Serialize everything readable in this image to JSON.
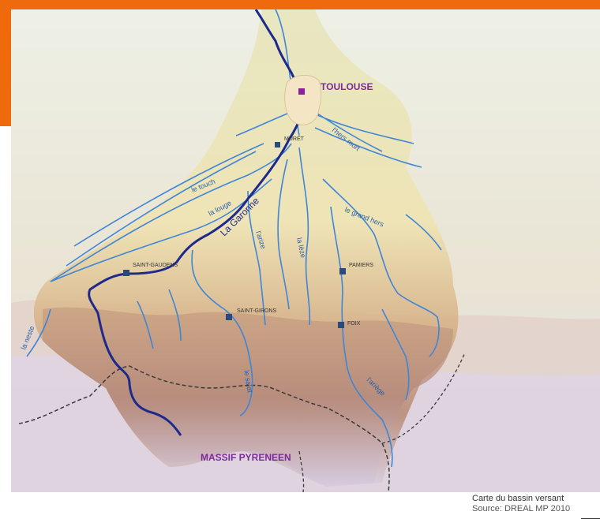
{
  "map": {
    "city": "TOULOUSE",
    "massif": "MASSIF PYRENEEN",
    "rivers": {
      "garonne": "La Garonne",
      "touch": "le touch",
      "louge": "la louge",
      "arize": "l'arize",
      "lèze": "la lèze",
      "grand_hers": "le grand hers",
      "hers_mort": "l'hers mort",
      "ariege": "l'ariège",
      "salat": "le salat",
      "neste": "la neste"
    },
    "towns": {
      "muret": "MURET",
      "saint_gaudens": "SAINT-GAUDENS",
      "saint_girons": "SAINT-GIRONS",
      "pamiers": "PAMIERS",
      "foix": "FOIX"
    },
    "colors": {
      "main_river": "#1d2a8c",
      "river": "#3f86d6",
      "city_fill": "#f4e6c4",
      "city_marker": "#8a1fa0",
      "label_purple": "#7c2a9a",
      "town_marker": "#2a4a7a",
      "border": "#3a3a3a"
    }
  },
  "caption": {
    "title": "Carte du bassin versant",
    "source": "Source: DREAL MP 2010"
  }
}
